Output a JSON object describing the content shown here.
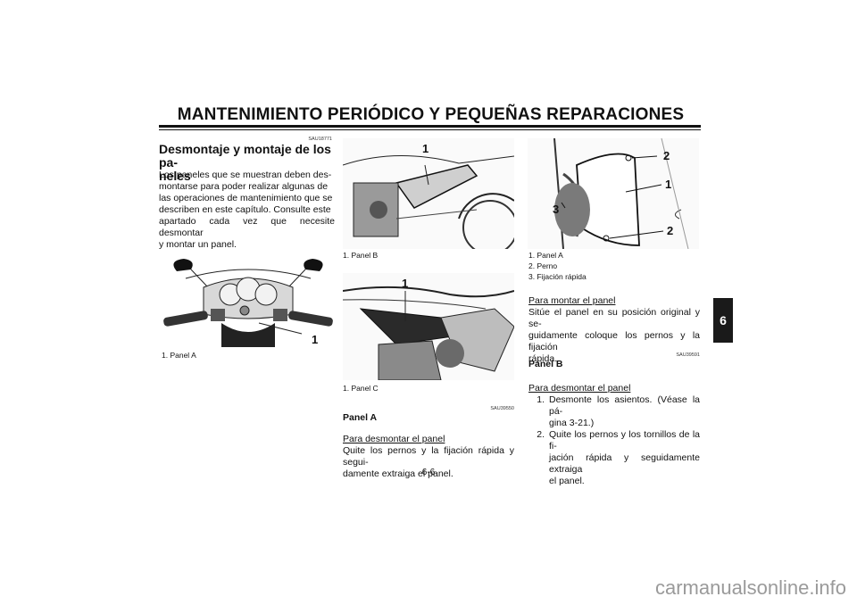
{
  "header": {
    "title": "MANTENIMIENTO PERIÓDICO Y PEQUEÑAS REPARACIONES"
  },
  "chapter_tab": "6",
  "page_number": "6-6",
  "col1": {
    "code": "SAU18771",
    "heading_line1": "Desmontaje y montaje de los pa-",
    "heading_line2": "neles",
    "body": [
      "Los paneles que se muestran deben des-",
      "montarse para poder realizar algunas de",
      "las operaciones de mantenimiento que se",
      "describen en este capítulo. Consulte este",
      "apartado cada vez que necesite desmontar",
      "y montar un panel."
    ],
    "figure_callout": "1",
    "caption": "1. Panel A"
  },
  "col2": {
    "figure1_callout": "1",
    "caption1": "1. Panel B",
    "figure2_callout": "1",
    "caption2": "1. Panel C",
    "code": "SAU39550",
    "heading": "Panel A",
    "subhead": "Para desmontar el panel",
    "body": [
      "Quite los pernos y la fijación rápida y segui-",
      "damente extraiga el panel."
    ]
  },
  "col3": {
    "figure_callouts": [
      "2",
      "1",
      "3",
      "2"
    ],
    "captions": [
      "1. Panel A",
      "2. Perno",
      "3. Fijación rápida"
    ],
    "subhead1": "Para montar el panel",
    "body1": [
      "Sitúe el panel en su posición original y se-",
      "guidamente coloque los pernos y la fijación",
      "rápida."
    ],
    "code": "SAU39591",
    "heading": "Panel B",
    "subhead2": "Para desmontar el panel",
    "list": [
      {
        "num": "1.",
        "lines": [
          "Desmonte los asientos. (Véase la pá-",
          "gina 3-21.)"
        ]
      },
      {
        "num": "2.",
        "lines": [
          "Quite los pernos y los tornillos de la fi-",
          "jación rápida y seguidamente extraiga",
          "el panel."
        ]
      }
    ]
  },
  "watermark": "carmanualsonline.info"
}
